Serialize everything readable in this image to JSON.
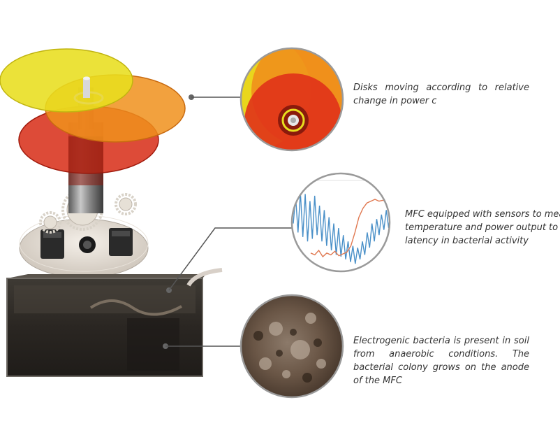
{
  "captions": {
    "disks": "Disks moving according to relative change in power c",
    "sensors_line1": "MFC equipped with sensors to mea",
    "sensors_line2": "temperature and power output to s",
    "sensors_line3": "latency in bacterial activity",
    "bacteria": "Electrogenic bacteria is present in soil from anaerobic conditions. The bacterial colony grows on the anode of the MFC"
  },
  "colors": {
    "background": "#ffffff",
    "disk_yellow": "#e8de1e",
    "disk_orange": "#f0901c",
    "disk_red": "#d8321c",
    "circle_border": "#9a9a9a",
    "connector": "#555555",
    "series_blue": "#4a90c8",
    "series_orange": "#e07850"
  },
  "chart_data": {
    "type": "line",
    "title": "",
    "xlabel": "",
    "ylabel": "",
    "ylim": [
      0,
      1
    ],
    "series": [
      {
        "values": [
          0.55,
          0.85,
          0.45,
          0.9,
          0.4,
          0.88,
          0.35,
          0.8,
          0.38,
          0.86,
          0.42,
          0.75,
          0.35,
          0.7,
          0.3,
          0.62,
          0.25,
          0.55,
          0.2,
          0.5,
          0.18,
          0.42,
          0.15,
          0.35,
          0.12,
          0.3,
          0.1,
          0.28,
          0.15,
          0.35,
          0.2,
          0.45,
          0.28,
          0.55,
          0.35,
          0.6,
          0.42,
          0.65,
          0.48,
          0.7,
          0.5,
          0.72
        ]
      },
      {
        "values": [
          0.22,
          0.2,
          0.25,
          0.18,
          0.22,
          0.2,
          0.24,
          0.19,
          0.21,
          0.23,
          0.3,
          0.45,
          0.62,
          0.72,
          0.78,
          0.8,
          0.82,
          0.8,
          0.81,
          0.79,
          0.8
        ]
      }
    ]
  }
}
